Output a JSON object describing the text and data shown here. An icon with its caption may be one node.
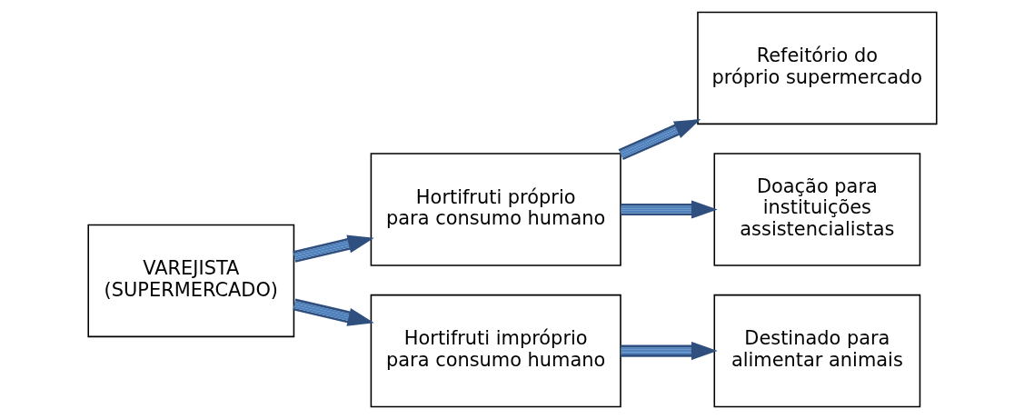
{
  "diagram": {
    "nodes": [
      {
        "text": [
          "VAREJISTA (SUPERMERCADO)"
        ]
      },
      {
        "text": [
          "Hortifruti próprio para consumo humano"
        ]
      },
      {
        "text": [
          "Hortifruti impróprio para consumo humano"
        ]
      },
      {
        "text": [
          "Refeitório do próprio supermercado"
        ]
      },
      {
        "text": [
          "Doação para instituições assistencialistas"
        ]
      },
      {
        "text": [
          "Destinado para alimentar animais"
        ]
      }
    ],
    "edges": [
      {
        "from": 0,
        "to": 1,
        "arrow": "to"
      },
      {
        "from": 0,
        "to": 2,
        "arrow": "to"
      },
      {
        "from": 1,
        "to": 3,
        "arrow": "to"
      },
      {
        "from": 1,
        "to": 4,
        "arrow": "to"
      },
      {
        "from": 2,
        "to": 5,
        "arrow": "to"
      }
    ]
  }
}
